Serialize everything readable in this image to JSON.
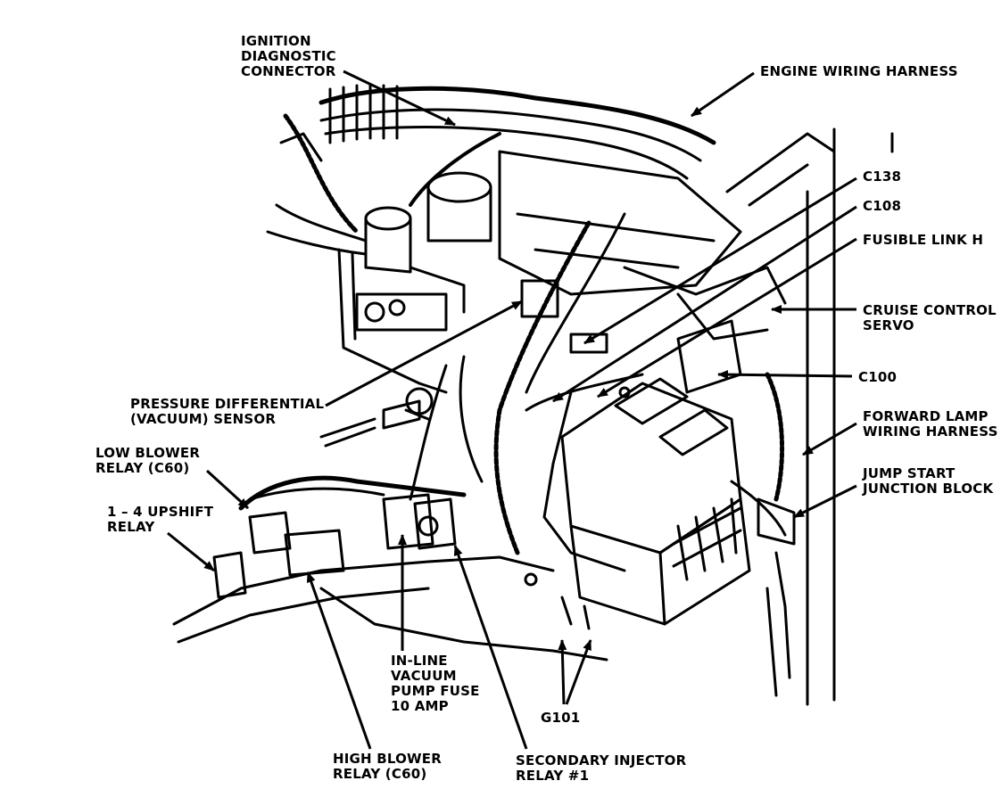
{
  "figure": {
    "labels": {
      "ignition_diagnostic_connector": [
        "IGNITION",
        "DIAGNOSTIC",
        "CONNECTOR"
      ],
      "engine_wiring_harness": [
        "ENGINE WIRING HARNESS"
      ],
      "c138": [
        "C138"
      ],
      "c108": [
        "C108"
      ],
      "fusible_link_h": [
        "FUSIBLE LINK H"
      ],
      "cruise_control_servo": [
        "CRUISE CONTROL",
        "SERVO"
      ],
      "c100": [
        "C100"
      ],
      "forward_lamp_wiring_harness": [
        "FORWARD LAMP",
        "WIRING HARNESS"
      ],
      "jump_start_junction_block": [
        "JUMP START",
        "JUNCTION BLOCK"
      ],
      "pressure_differential_sensor": [
        "PRESSURE DIFFERENTIAL",
        "(VACUUM) SENSOR"
      ],
      "low_blower_relay": [
        "LOW BLOWER",
        "RELAY  (C60)"
      ],
      "upshift_relay": [
        "1 – 4 UPSHIFT",
        "RELAY"
      ],
      "inline_vacuum_pump_fuse": [
        "IN-LINE",
        "VACUUM",
        "PUMP FUSE",
        "10 AMP"
      ],
      "g101": [
        "G101"
      ],
      "high_blower_relay": [
        "HIGH BLOWER",
        "RELAY  (C60)"
      ],
      "secondary_injector_relay": [
        "SECONDARY INJECTOR",
        "RELAY #1"
      ]
    }
  }
}
